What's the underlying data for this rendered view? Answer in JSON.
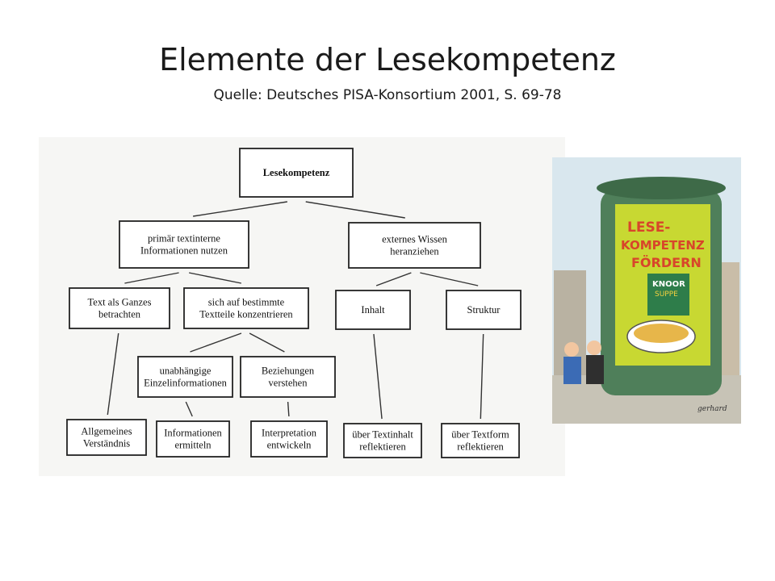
{
  "slide": {
    "title": "Elemente der Lesekompetenz",
    "subtitle": "Quelle: Deutsches PISA-Konsortium 2001, S. 69-78"
  },
  "diagram": {
    "nodes": [
      {
        "id": "lesekompetenz",
        "lines": [
          "Lesekompetenz"
        ]
      },
      {
        "id": "primaer",
        "lines": [
          "primär textinterne",
          "Informationen nutzen"
        ]
      },
      {
        "id": "externes",
        "lines": [
          "externes Wissen",
          "heranziehen"
        ]
      },
      {
        "id": "ganzes",
        "lines": [
          "Text als Ganzes",
          "betrachten"
        ]
      },
      {
        "id": "textteile",
        "lines": [
          "sich auf bestimmte",
          "Textteile konzentrieren"
        ]
      },
      {
        "id": "inhalt",
        "lines": [
          "Inhalt"
        ]
      },
      {
        "id": "struktur",
        "lines": [
          "Struktur"
        ]
      },
      {
        "id": "unabhaengig",
        "lines": [
          "unabhängige",
          "Einzelinformationen"
        ]
      },
      {
        "id": "beziehungen",
        "lines": [
          "Beziehungen",
          "verstehen"
        ]
      },
      {
        "id": "allgemein",
        "lines": [
          "Allgemeines",
          "Verständnis"
        ]
      },
      {
        "id": "ermitteln",
        "lines": [
          "Informationen",
          "ermitteln"
        ]
      },
      {
        "id": "interpretation",
        "lines": [
          "Interpretation",
          "entwickeln"
        ]
      },
      {
        "id": "textinhalt",
        "lines": [
          "über Textinhalt",
          "reflektieren"
        ]
      },
      {
        "id": "textform",
        "lines": [
          "über Textform",
          "reflektieren"
        ]
      }
    ],
    "edges": [
      [
        "lesekompetenz",
        "primaer"
      ],
      [
        "lesekompetenz",
        "externes"
      ],
      [
        "primaer",
        "ganzes"
      ],
      [
        "primaer",
        "textteile"
      ],
      [
        "externes",
        "inhalt"
      ],
      [
        "externes",
        "struktur"
      ],
      [
        "textteile",
        "unabhaengig"
      ],
      [
        "textteile",
        "beziehungen"
      ],
      [
        "ganzes",
        "allgemein"
      ],
      [
        "unabhaengig",
        "ermitteln"
      ],
      [
        "beziehungen",
        "interpretation"
      ],
      [
        "inhalt",
        "textinhalt"
      ],
      [
        "struktur",
        "textform"
      ]
    ]
  },
  "illustration": {
    "poster_lines": [
      "LESE-",
      "KOMPETENZ",
      "FÖRDERN"
    ],
    "brand": "KNOOR",
    "brand_sub": "SUPPE",
    "signature": "gerhard",
    "colors": {
      "poster": "#c8d832",
      "title": "#d8452a",
      "sky": "#d9e7ee",
      "pillar": "#4f7f5a"
    }
  }
}
